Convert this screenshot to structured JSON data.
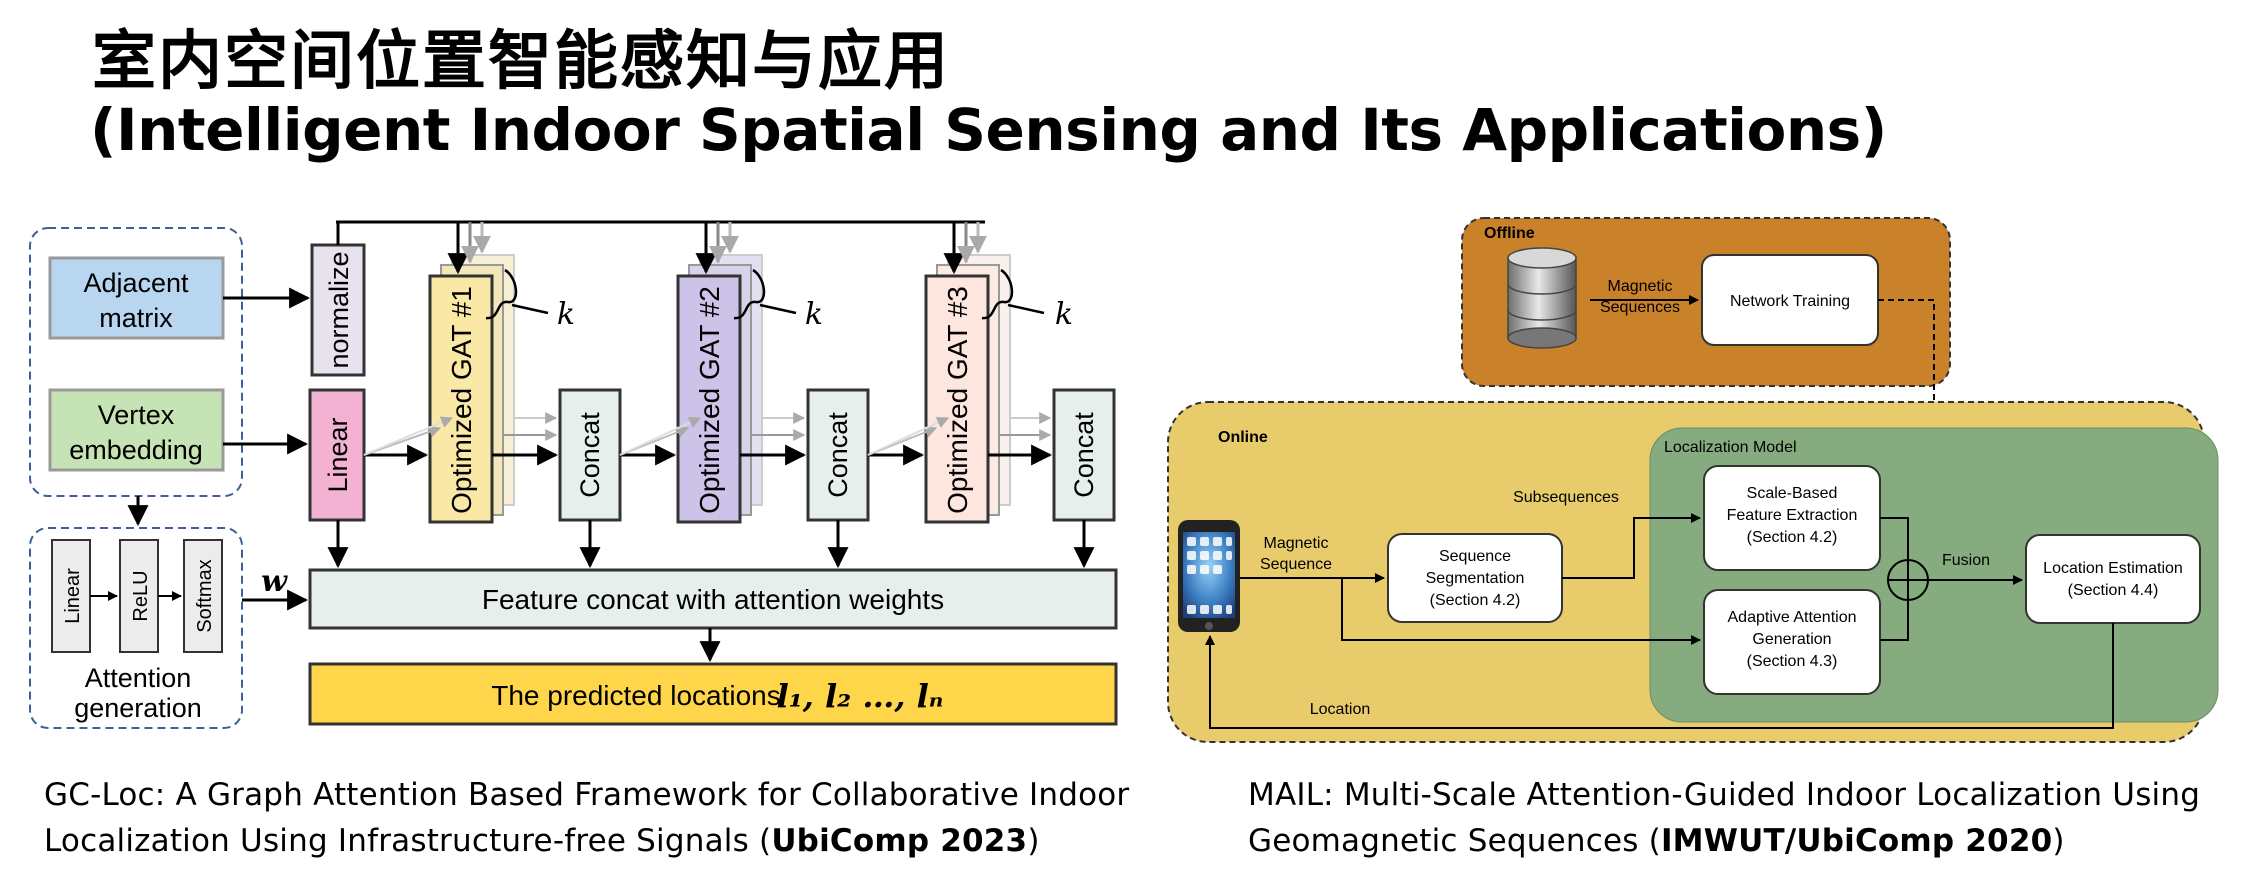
{
  "title": {
    "chinese": "室内空间位置智能感知与应用",
    "english": "(Intelligent Indoor Spatial Sensing and Its Applications)"
  },
  "left_diagram": {
    "adjacent_matrix": [
      "Adjacent",
      "matrix"
    ],
    "vertex_embedding": [
      "Vertex",
      "embedding"
    ],
    "normalize": "normalize",
    "linear": "Linear",
    "gat_layers": [
      "Optimized GAT #1",
      "Optimized GAT #2",
      "Optimized GAT #3"
    ],
    "k_label": "k",
    "concat": "Concat",
    "attention_blocks": [
      "Linear",
      "ReLU",
      "Softmax"
    ],
    "attention_generation": [
      "Attention",
      "generation"
    ],
    "w_label": "w",
    "feature_concat": "Feature concat with attention weights",
    "predicted_text": "The predicted locations",
    "predicted_math": "l₁, l₂ …, lₙ",
    "colors": {
      "adjacent": "#b9d6f0",
      "vertex": "#c5e3b4",
      "normalize": "#e8e2ef",
      "linear": "#f4b2d2",
      "gat1": "#fae8a6",
      "gat2": "#cdc3e8",
      "gat3": "#fde6de",
      "concat": "#e6efec",
      "feature": "#e6efec",
      "predicted": "#ffd54a"
    }
  },
  "right_diagram": {
    "offline": "Offline",
    "online": "Online",
    "magnetic_sequences": [
      "Magnetic",
      "Sequences"
    ],
    "network_training": "Network Training",
    "localization_model": "Localization Model",
    "magnetic_sequence": [
      "Magnetic",
      "Sequence"
    ],
    "sequence_segmentation": [
      "Sequence",
      "Segmentation",
      "(Section 4.2)"
    ],
    "subsequences": "Subsequences",
    "scale_based": [
      "Scale-Based",
      "Feature Extraction",
      "(Section 4.2)"
    ],
    "adaptive_attention": [
      "Adaptive Attention",
      "Generation",
      "(Section 4.3)"
    ],
    "fusion": "Fusion",
    "location_estimation": [
      "Location Estimation",
      "(Section 4.4)"
    ],
    "location": "Location",
    "colors": {
      "offline_bg": "#c9812a",
      "online_bg": "#e8cc6c",
      "model_bg": "#86ab7e"
    }
  },
  "captions": {
    "left_line1": "GC-Loc: A Graph Attention Based Framework for Collaborative Indoor",
    "left_line2_prefix": "Localization Using Infrastructure-free Signals (",
    "left_venue": "UbiComp 2023",
    "left_suffix": ")",
    "right_line1": "MAIL: Multi-Scale Attention-Guided Indoor Localization Using",
    "right_line2_prefix": "Geomagnetic Sequences (",
    "right_venue": "IMWUT/UbiComp 2020",
    "right_suffix": ")"
  }
}
